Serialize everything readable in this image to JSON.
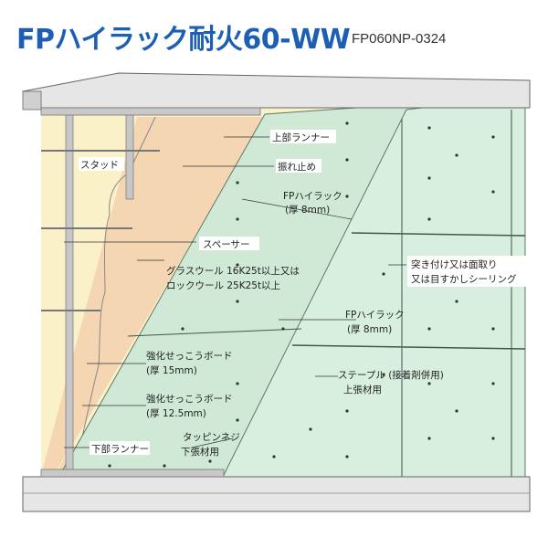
{
  "header": {
    "title": "FPハイラック耐火60-WW",
    "code": "FP060NP-0324"
  },
  "labels": {
    "top_runner": "上部ランナー",
    "anti_sway": "振れ止め",
    "fp_hirack_upper_line1": "FPハイラック",
    "fp_hirack_upper_line2": "(厚 8mm)",
    "stud": "スタッド",
    "spacer": "スペーサー",
    "insulation_line1": "グラスウール 16K25t以上又は",
    "insulation_line2": "ロックウール 25K25t以上",
    "joint_line1": "突き付け又は面取り",
    "joint_line2": "又は目すかしシーリング",
    "fp_hirack_lower_line1": "FPハイラック",
    "fp_hirack_lower_line2": "(厚 8mm)",
    "gypsum_15_line1": "強化せっこうボード",
    "gypsum_15_line2": "(厚 15mm)",
    "staple_line1": "ステープル (接着剤併用)",
    "staple_line2": "上張材用",
    "gypsum_125_line1": "強化せっこうボード",
    "gypsum_125_line2": "(厚 12.5mm)",
    "tapping_screw_line1": "タッピンネジ",
    "tapping_screw_line2": "下張材用",
    "bottom_runner": "下部ランナー"
  },
  "colors": {
    "title": "#1c5fb4",
    "panel_green": "#d3ecdb",
    "gypsum_beige": "#f5d6b3",
    "insulation_yellow": "#fbf1c8",
    "slab_gray": "#e6e6e6",
    "stud_gray": "#b9b9b9"
  }
}
